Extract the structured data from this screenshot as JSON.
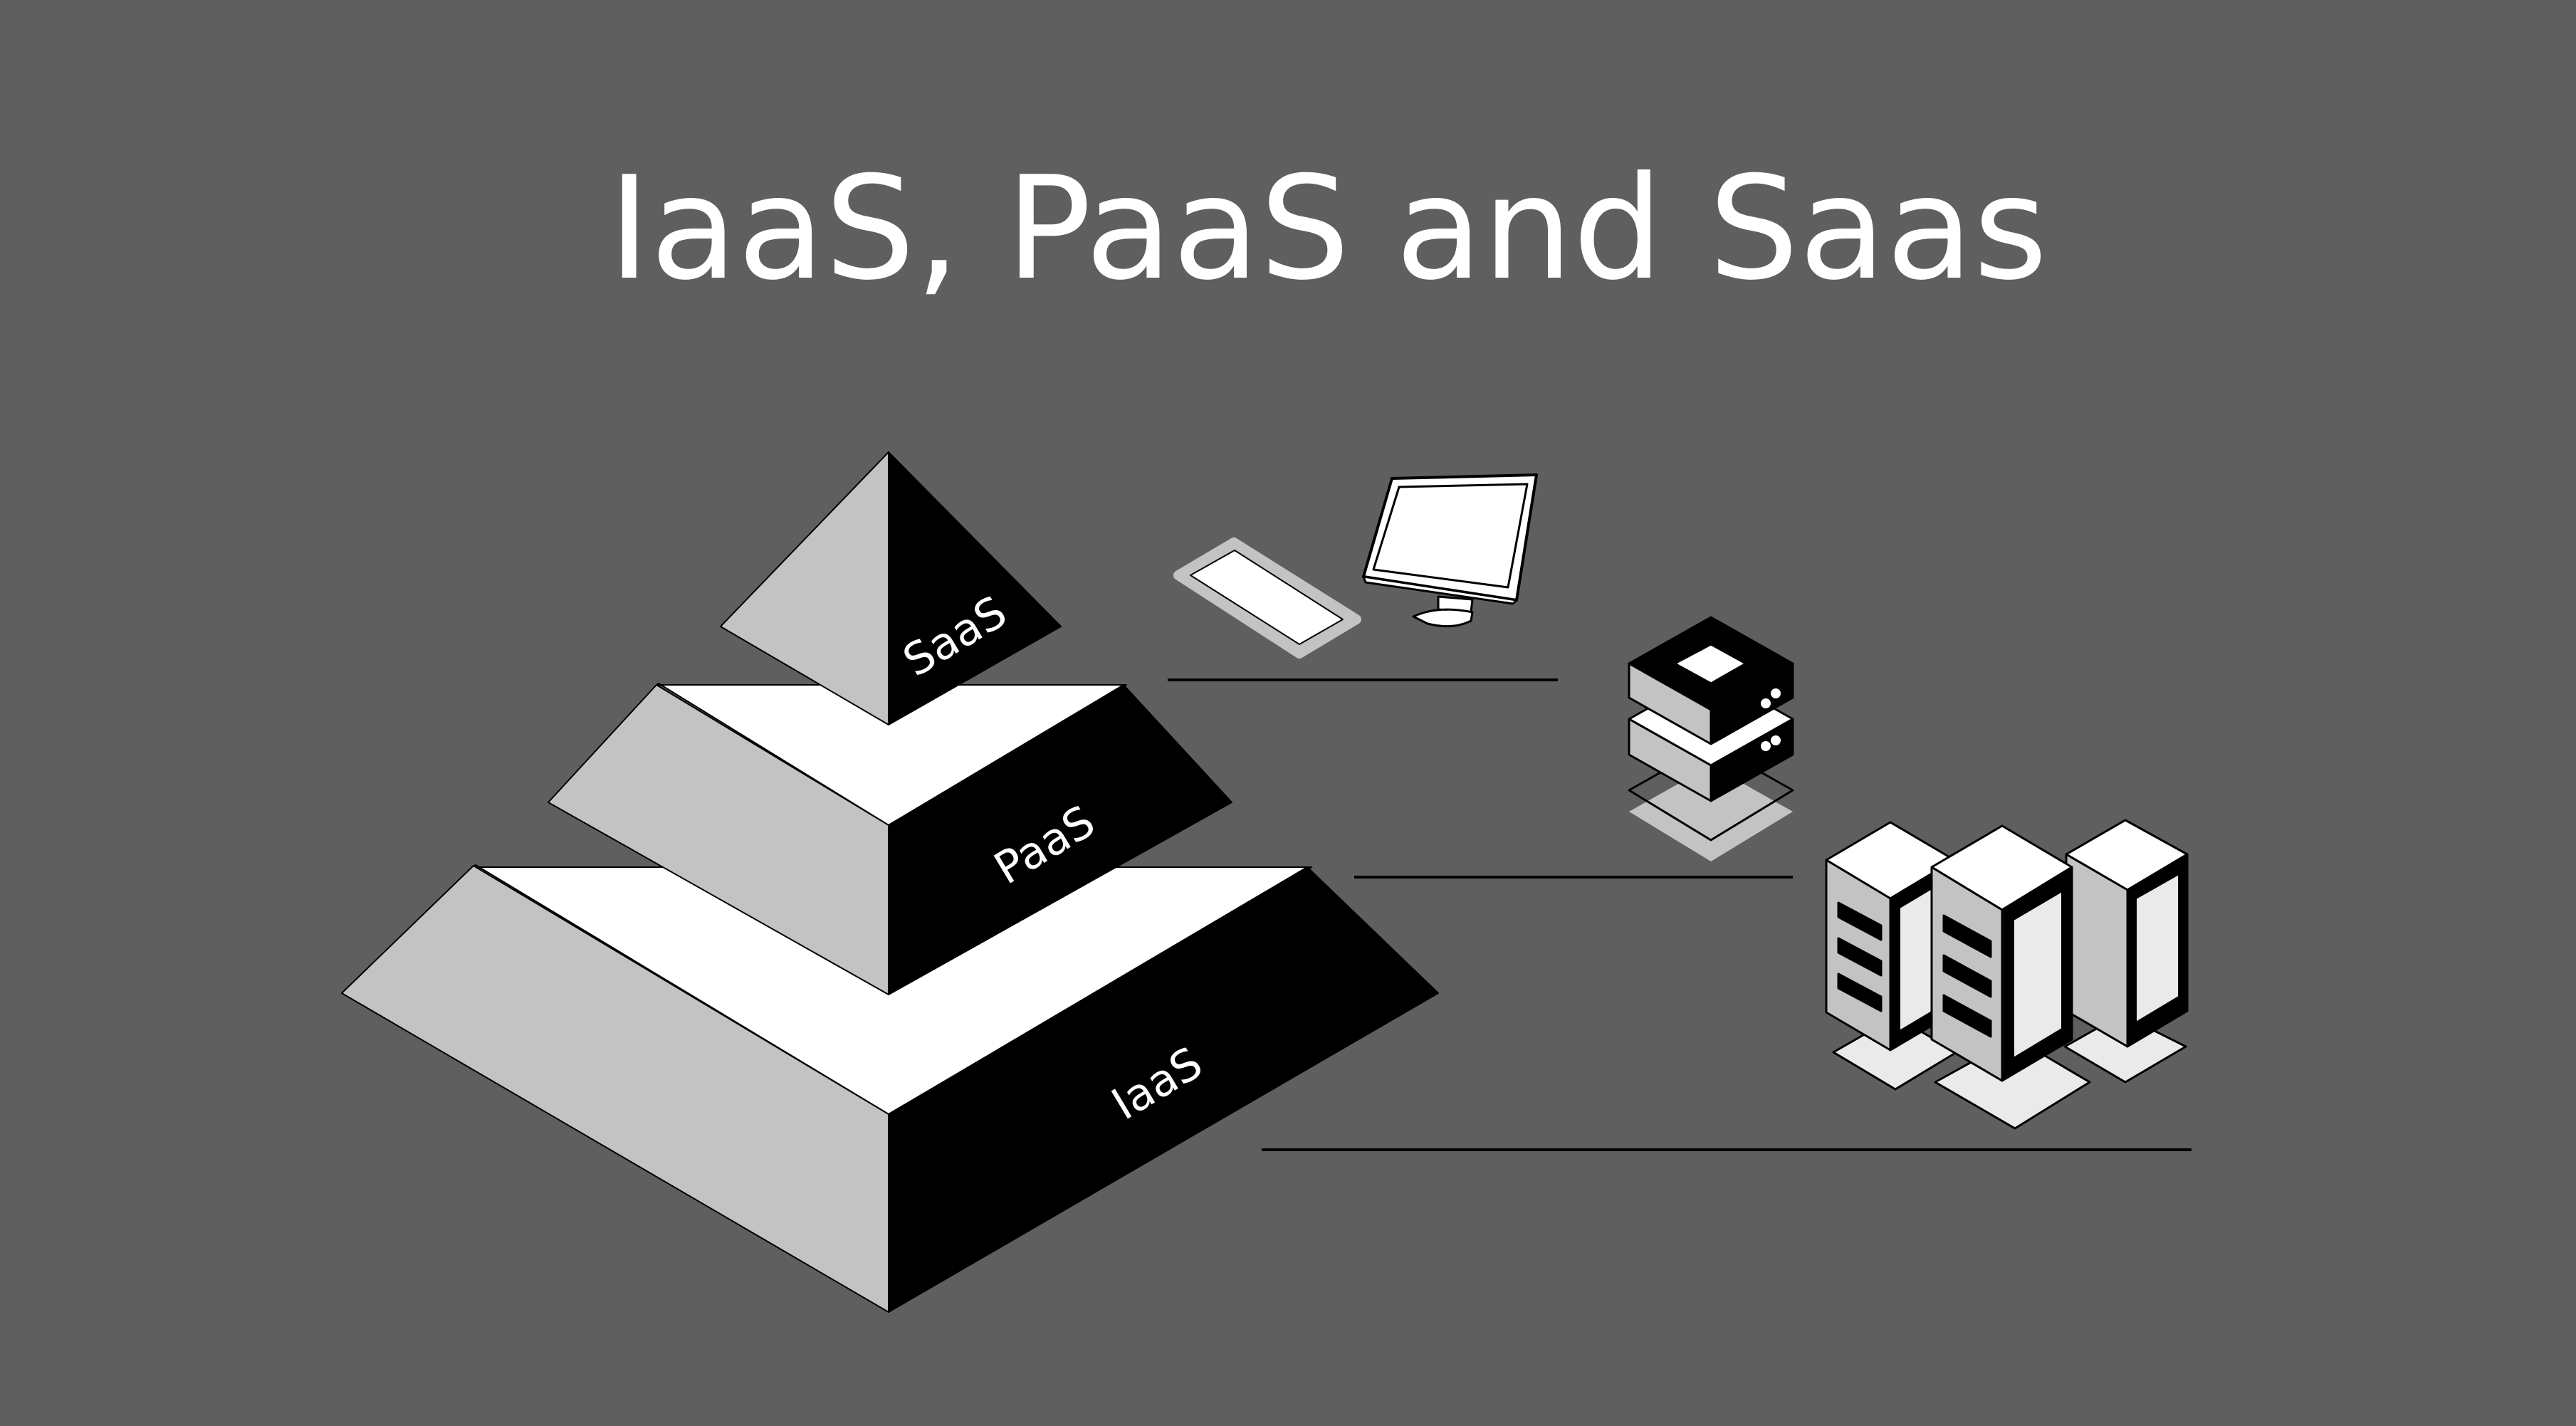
{
  "title": "IaaS, PaaS and Saas",
  "pyramid": {
    "layers": [
      {
        "id": "saas",
        "label": "SaaS"
      },
      {
        "id": "paas",
        "label": "PaaS"
      },
      {
        "id": "iaas",
        "label": "IaaS"
      }
    ]
  },
  "icons": {
    "saas": [
      "tablet-icon",
      "desktop-monitor-icon"
    ],
    "paas": [
      "server-stack-icon"
    ],
    "iaas": [
      "server-racks-icon"
    ]
  },
  "colors": {
    "background": "#5f5f5f",
    "light_face": "#c3c3c3",
    "dark_face": "#000000",
    "band": "#ffffff",
    "text": "#ffffff"
  }
}
